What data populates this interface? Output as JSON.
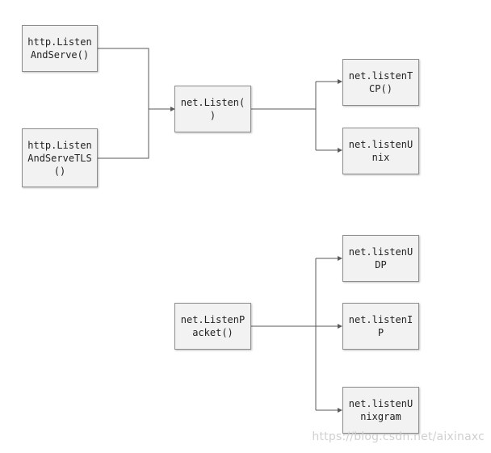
{
  "diagram": {
    "nodes": {
      "http_listen_and_serve": "http.Listen\nAndServe()",
      "http_listen_and_serve_tls": "http.Listen\nAndServeTLS\n()",
      "net_listen": "net.Listen(\n)",
      "net_listen_tcp": "net.listenT\nCP()",
      "net_listen_unix": "net.listenU\nnix",
      "net_listen_packet": "net.ListenP\nacket()",
      "net_listen_udp": "net.listenU\nDP",
      "net_listen_ip": "net.listenI\nP",
      "net_listen_unixgram": "net.listenU\nnixgram"
    }
  },
  "watermark": "https://blog.csdn.net/aixinaxc",
  "colors": {
    "node_fill": "#f2f2f2",
    "node_border": "#8c8c8c",
    "edge": "#5a5a5a"
  }
}
